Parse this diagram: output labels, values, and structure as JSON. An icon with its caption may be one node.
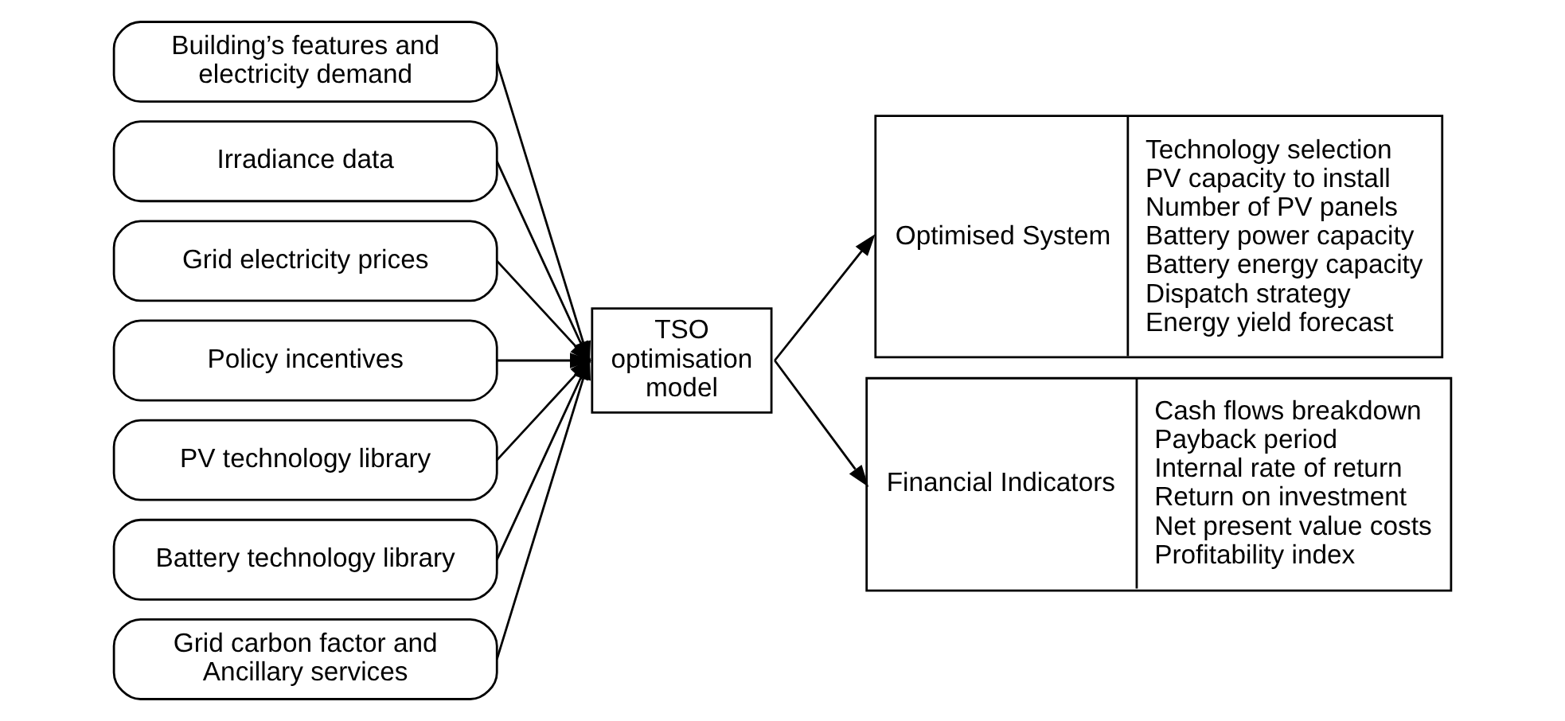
{
  "diagram": {
    "nodes": [
      {
        "text": [
          "Building’s features and electricity demand"
        ]
      },
      {
        "text": [
          "Irradiance data"
        ]
      },
      {
        "text": [
          "Grid electricity prices"
        ]
      },
      {
        "text": [
          "Policy incentives"
        ]
      },
      {
        "text": [
          "PV technology library"
        ]
      },
      {
        "text": [
          "Battery technology library"
        ]
      },
      {
        "text": [
          "Grid carbon factor and Ancillary services"
        ]
      },
      {
        "text": [
          "TSO optimisation model"
        ]
      },
      {
        "text": [
          "Optimised System",
          "Technology selection",
          "PV capacity to install",
          "Number of PV panels",
          "Battery power capacity",
          "Battery energy capacity",
          "Dispatch strategy",
          "Energy yield forecast"
        ]
      },
      {
        "text": [
          "Financial Indicators",
          "Cash flows breakdown",
          "Payback period",
          "Internal rate of return",
          "Return on investment",
          "Net present value costs",
          "Profitability index"
        ]
      }
    ],
    "edges": [
      {
        "from": 0,
        "to": 7,
        "arrow": "to"
      },
      {
        "from": 1,
        "to": 7,
        "arrow": "to"
      },
      {
        "from": 2,
        "to": 7,
        "arrow": "to"
      },
      {
        "from": 3,
        "to": 7,
        "arrow": "to"
      },
      {
        "from": 4,
        "to": 7,
        "arrow": "to"
      },
      {
        "from": 5,
        "to": 7,
        "arrow": "to"
      },
      {
        "from": 6,
        "to": 7,
        "arrow": "to"
      },
      {
        "from": 7,
        "to": 8,
        "arrow": "to"
      },
      {
        "from": 7,
        "to": 9,
        "arrow": "to"
      }
    ]
  }
}
